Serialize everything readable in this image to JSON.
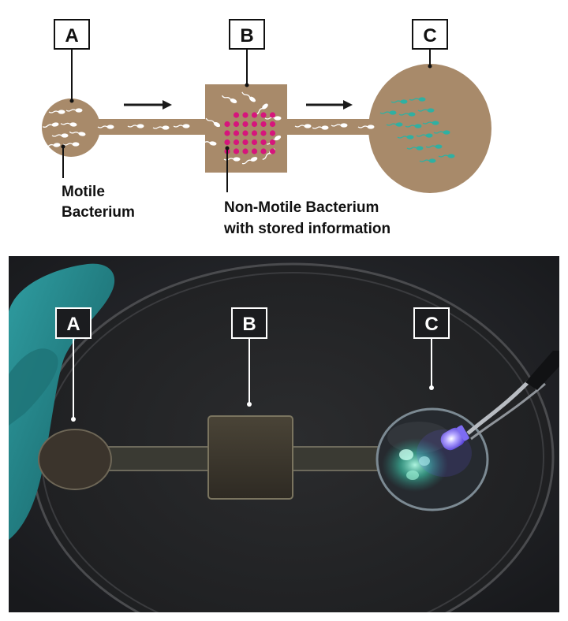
{
  "diagram": {
    "labels": {
      "a": "A",
      "b": "B",
      "c": "C"
    },
    "motile_caption": [
      "Motile",
      "Bacterium"
    ],
    "nonmotile_caption": [
      "Non-Motile Bacterium",
      "with stored information"
    ]
  },
  "photo": {
    "labels": {
      "a": "A",
      "b": "B",
      "c": "C"
    }
  },
  "colors": {
    "channel": "#a88a6a",
    "stored_dots": "#d6157c",
    "fluorescent": "#2fb0a2",
    "arrow": "#1a1a1a",
    "glove": "#2a8e93",
    "led": "#8e7cff"
  }
}
